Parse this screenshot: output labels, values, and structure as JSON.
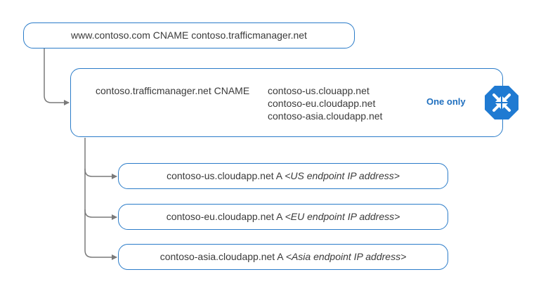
{
  "top_record": {
    "text": "www.contoso.com CNAME contoso.trafficmanager.net"
  },
  "traffic_manager": {
    "record": "contoso.trafficmanager.net CNAME",
    "targets": [
      "contoso-us.clouapp.net",
      "contoso-eu.cloudapp.net",
      "contoso-asia.cloudapp.net"
    ],
    "selection_note": "One only",
    "icon": "traffic-manager-icon"
  },
  "endpoints": [
    {
      "record": "contoso-us.cloudapp.net A",
      "address": "<US endpoint IP address>"
    },
    {
      "record": "contoso-eu.cloudapp.net A",
      "address": "<EU endpoint IP address>"
    },
    {
      "record": "contoso-asia.cloudapp.net A",
      "address": "<Asia endpoint IP address>"
    }
  ],
  "colors": {
    "box_border": "#2b7cc9",
    "connector": "#7a7a7a",
    "accent": "#1f6fbf"
  }
}
